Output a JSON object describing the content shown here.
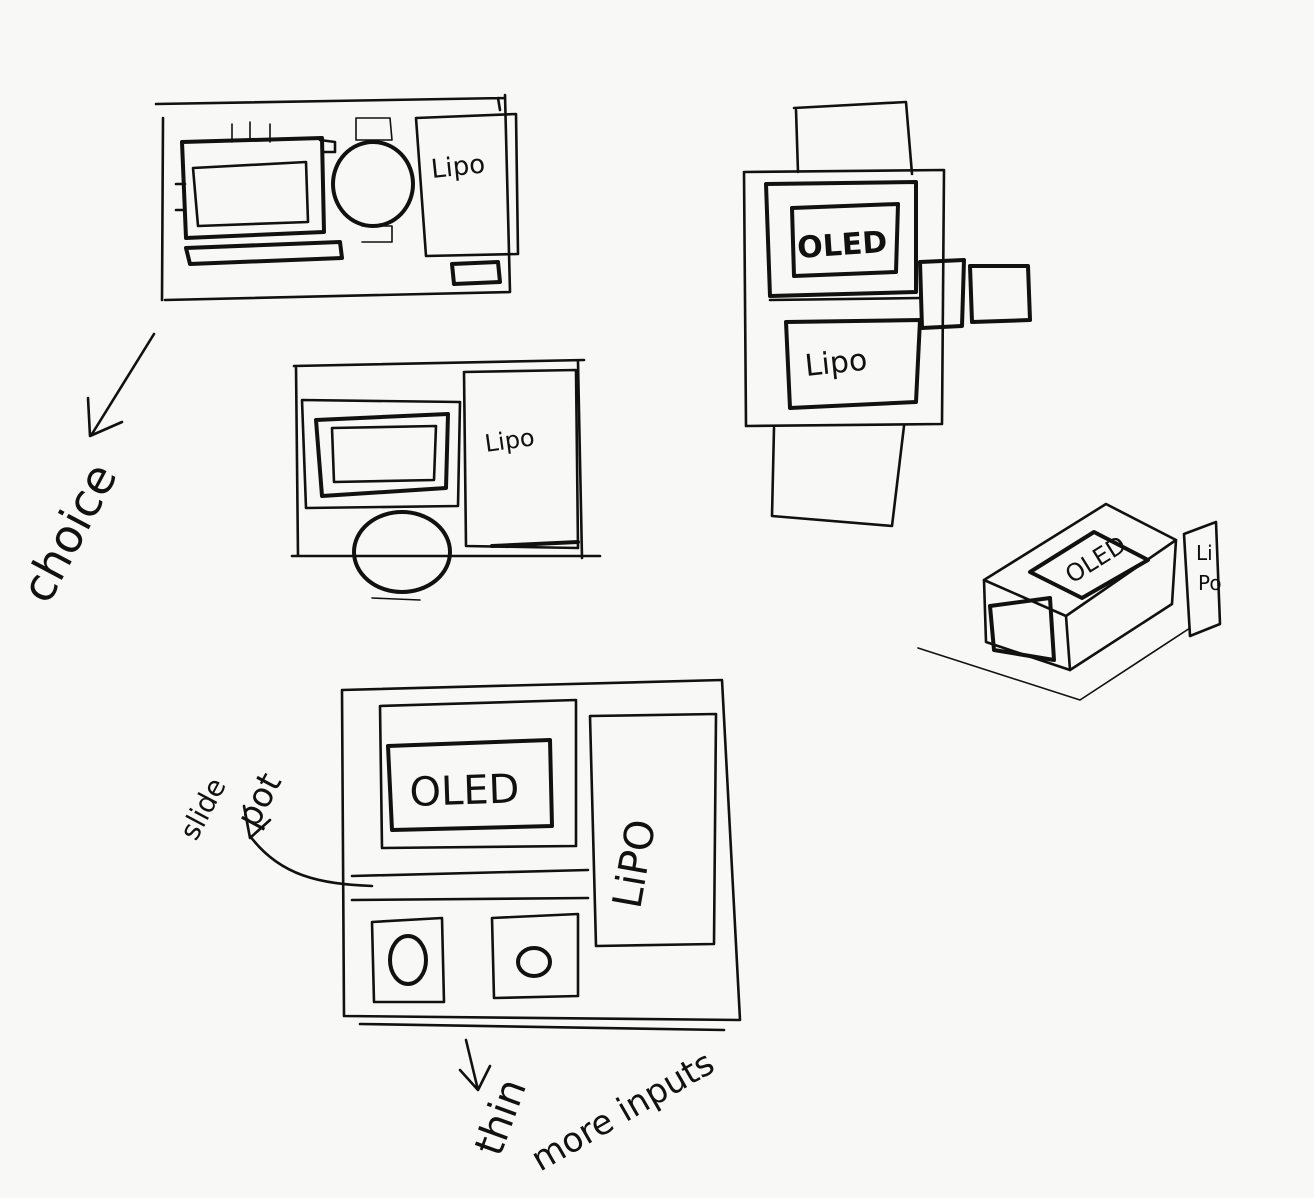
{
  "sketch_labels": {
    "choice": "choice",
    "lipo_top_left": "Lipo",
    "lipo_middle": "Lipo",
    "oled_watch": "OLED",
    "lipo_watch": "Lipo",
    "oled_iso": "OLED",
    "lipo_iso_1": "Li",
    "lipo_iso_2": "Po",
    "oled_bottom": "OLED",
    "lipo_bottom": "LiPO",
    "slide_pot_1": "slide",
    "slide_pot_2": "pot",
    "thin": "thin",
    "more_inputs": "more inputs"
  },
  "colors": {
    "ink": "#111111",
    "paper": "#f8f8f7"
  }
}
